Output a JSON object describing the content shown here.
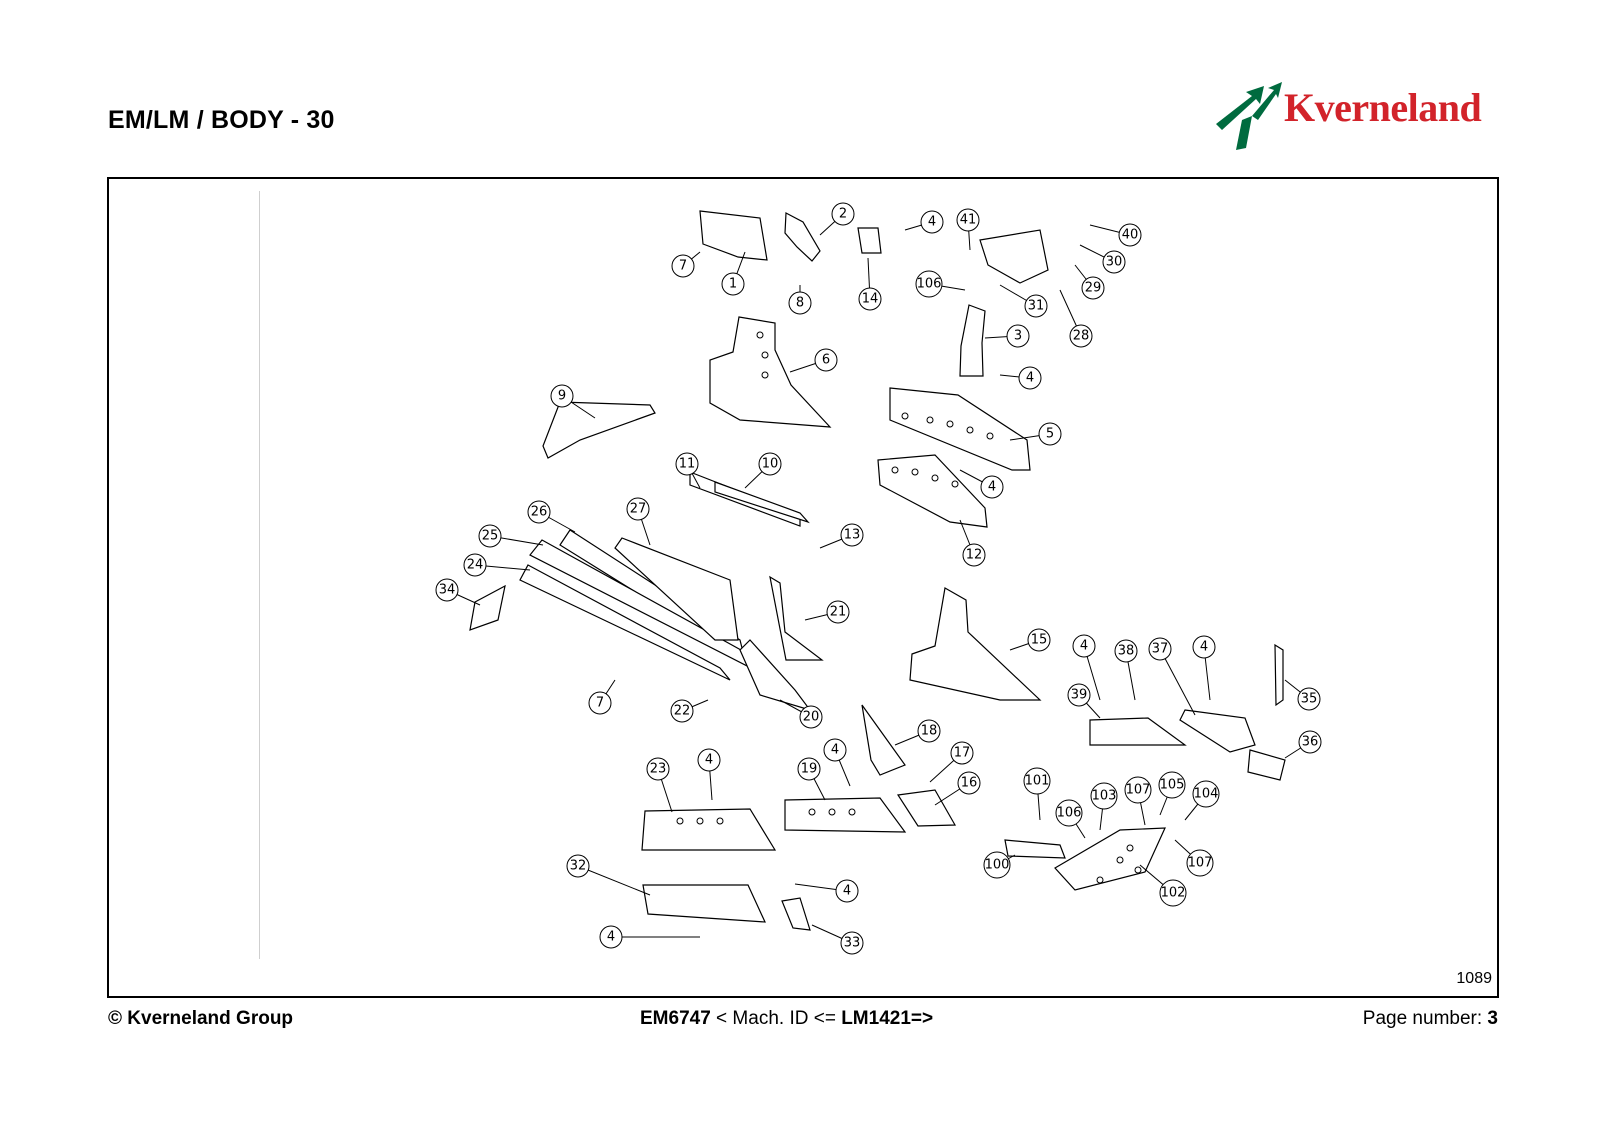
{
  "header": {
    "title": "EM/LM / BODY - 30",
    "logo_text": "Kverneland",
    "logo_color": "#d2232a",
    "logo_mark_color": "#006b3f"
  },
  "drawing": {
    "number": "1089",
    "callouts": [
      "1",
      "2",
      "3",
      "4",
      "5",
      "6",
      "7",
      "8",
      "9",
      "10",
      "11",
      "12",
      "13",
      "14",
      "15",
      "16",
      "17",
      "18",
      "19",
      "20",
      "21",
      "22",
      "23",
      "24",
      "25",
      "26",
      "27",
      "28",
      "29",
      "30",
      "31",
      "32",
      "33",
      "34",
      "35",
      "36",
      "37",
      "38",
      "39",
      "40",
      "41",
      "100",
      "101",
      "102",
      "103",
      "104",
      "105",
      "106",
      "107"
    ]
  },
  "footer": {
    "copyright": "© Kverneland Group",
    "part_code": "EM6747",
    "mach_label": " < Mach. ID <= ",
    "mach_id": "LM1421=>",
    "page_label": "Page number: ",
    "page_number": "3"
  }
}
